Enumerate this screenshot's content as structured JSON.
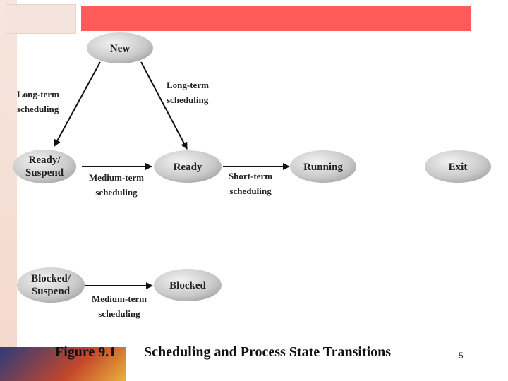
{
  "diagram": {
    "nodes": {
      "new": "New",
      "ready_suspend": [
        "Ready/",
        "Suspend"
      ],
      "ready": "Ready",
      "running": "Running",
      "exit": "Exit",
      "blocked_suspend": [
        "Blocked/",
        "Suspend"
      ],
      "blocked": "Blocked"
    },
    "edges": {
      "new_to_ready_suspend": [
        "Long-term",
        "scheduling"
      ],
      "new_to_ready": [
        "Long-term",
        "scheduling"
      ],
      "ready_suspend_to_ready": [
        "Medium-term",
        "scheduling"
      ],
      "ready_to_running": [
        "Short-term",
        "scheduling"
      ],
      "blocked_suspend_to_blocked": [
        "Medium-term",
        "scheduling"
      ]
    }
  },
  "caption": {
    "number": "Figure 9.1",
    "title": "Scheduling and Process State Transitions"
  },
  "page_number": "5",
  "colors": {
    "banner": "#ff5b5b"
  }
}
